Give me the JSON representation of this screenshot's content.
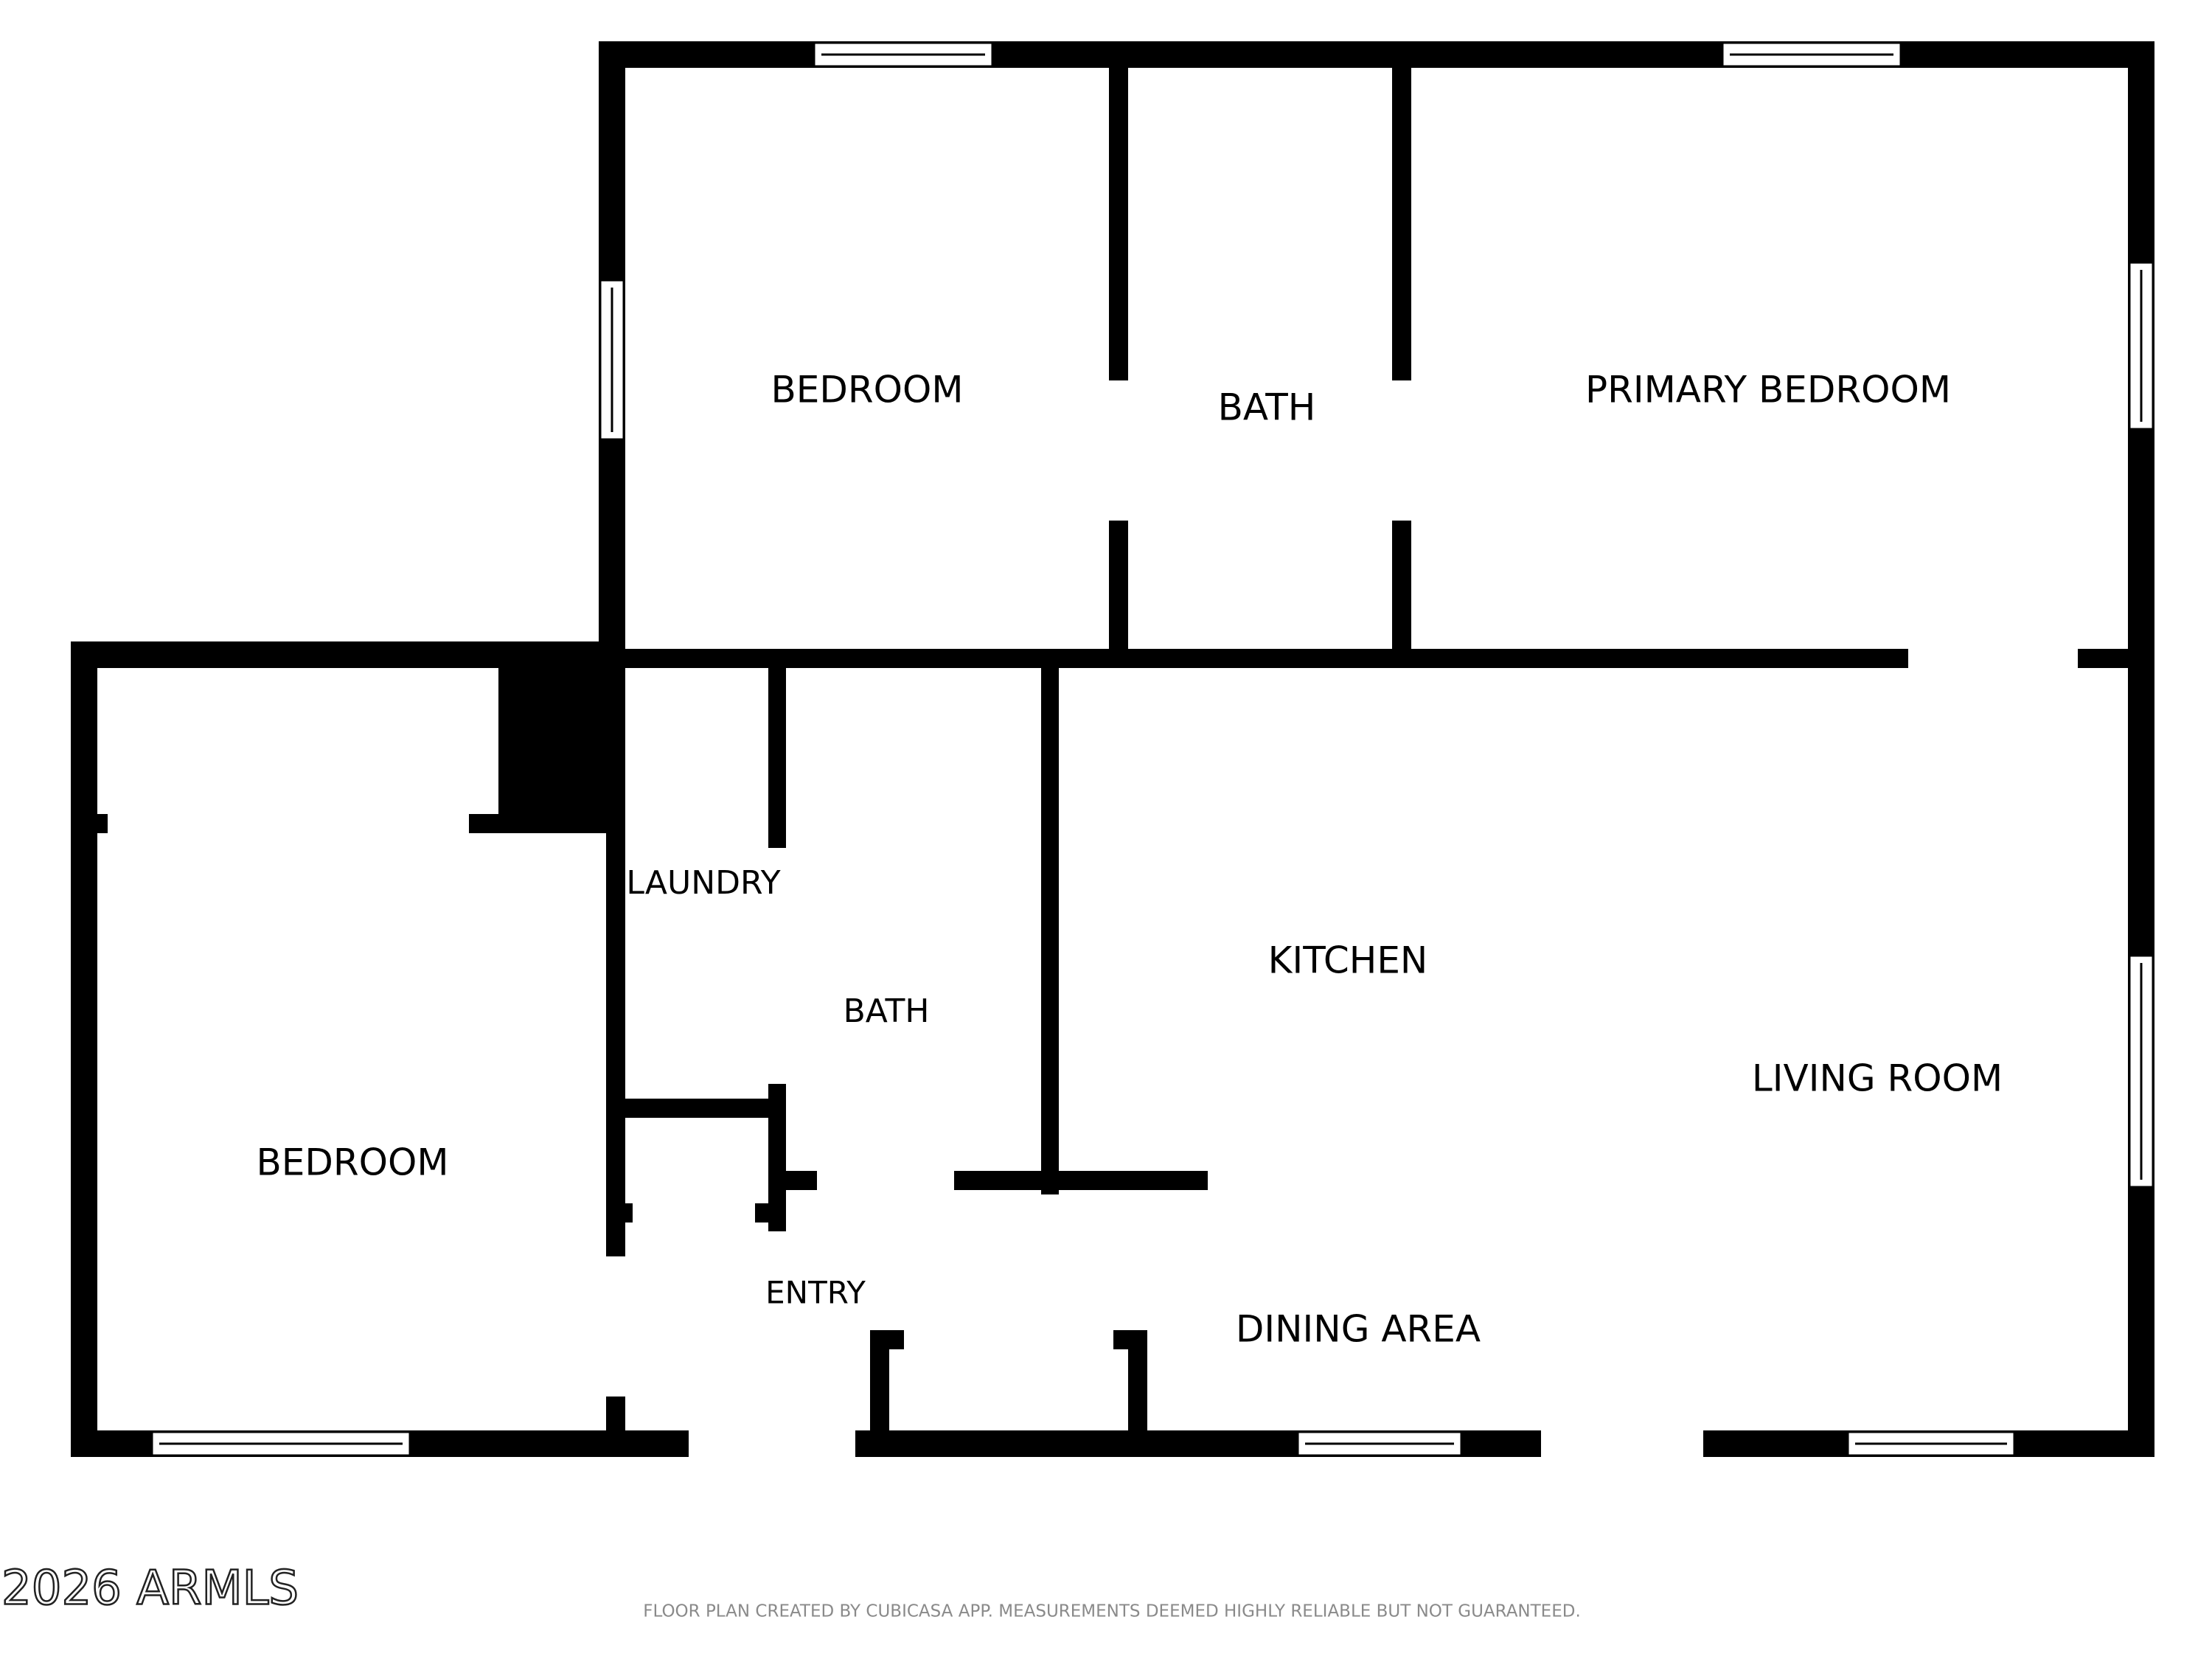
{
  "colors": {
    "wall": "#000000",
    "background": "#ffffff",
    "footer_text": "#8a8a8a"
  },
  "rooms": {
    "bedroom_top": "BEDROOM",
    "bath_top": "BATH",
    "primary_bedroom": "PRIMARY BEDROOM",
    "laundry": "LAUNDRY",
    "bath_mid": "BATH",
    "kitchen": "KITCHEN",
    "living_room": "LIVING ROOM",
    "bedroom_left": "BEDROOM",
    "entry": "ENTRY",
    "dining_area": "DINING AREA"
  },
  "footer": {
    "copyright": "2026 ARMLS",
    "disclaimer": "FLOOR PLAN CREATED BY CUBICASA APP. MEASUREMENTS DEEMED HIGHLY RELIABLE BUT NOT GUARANTEED."
  }
}
